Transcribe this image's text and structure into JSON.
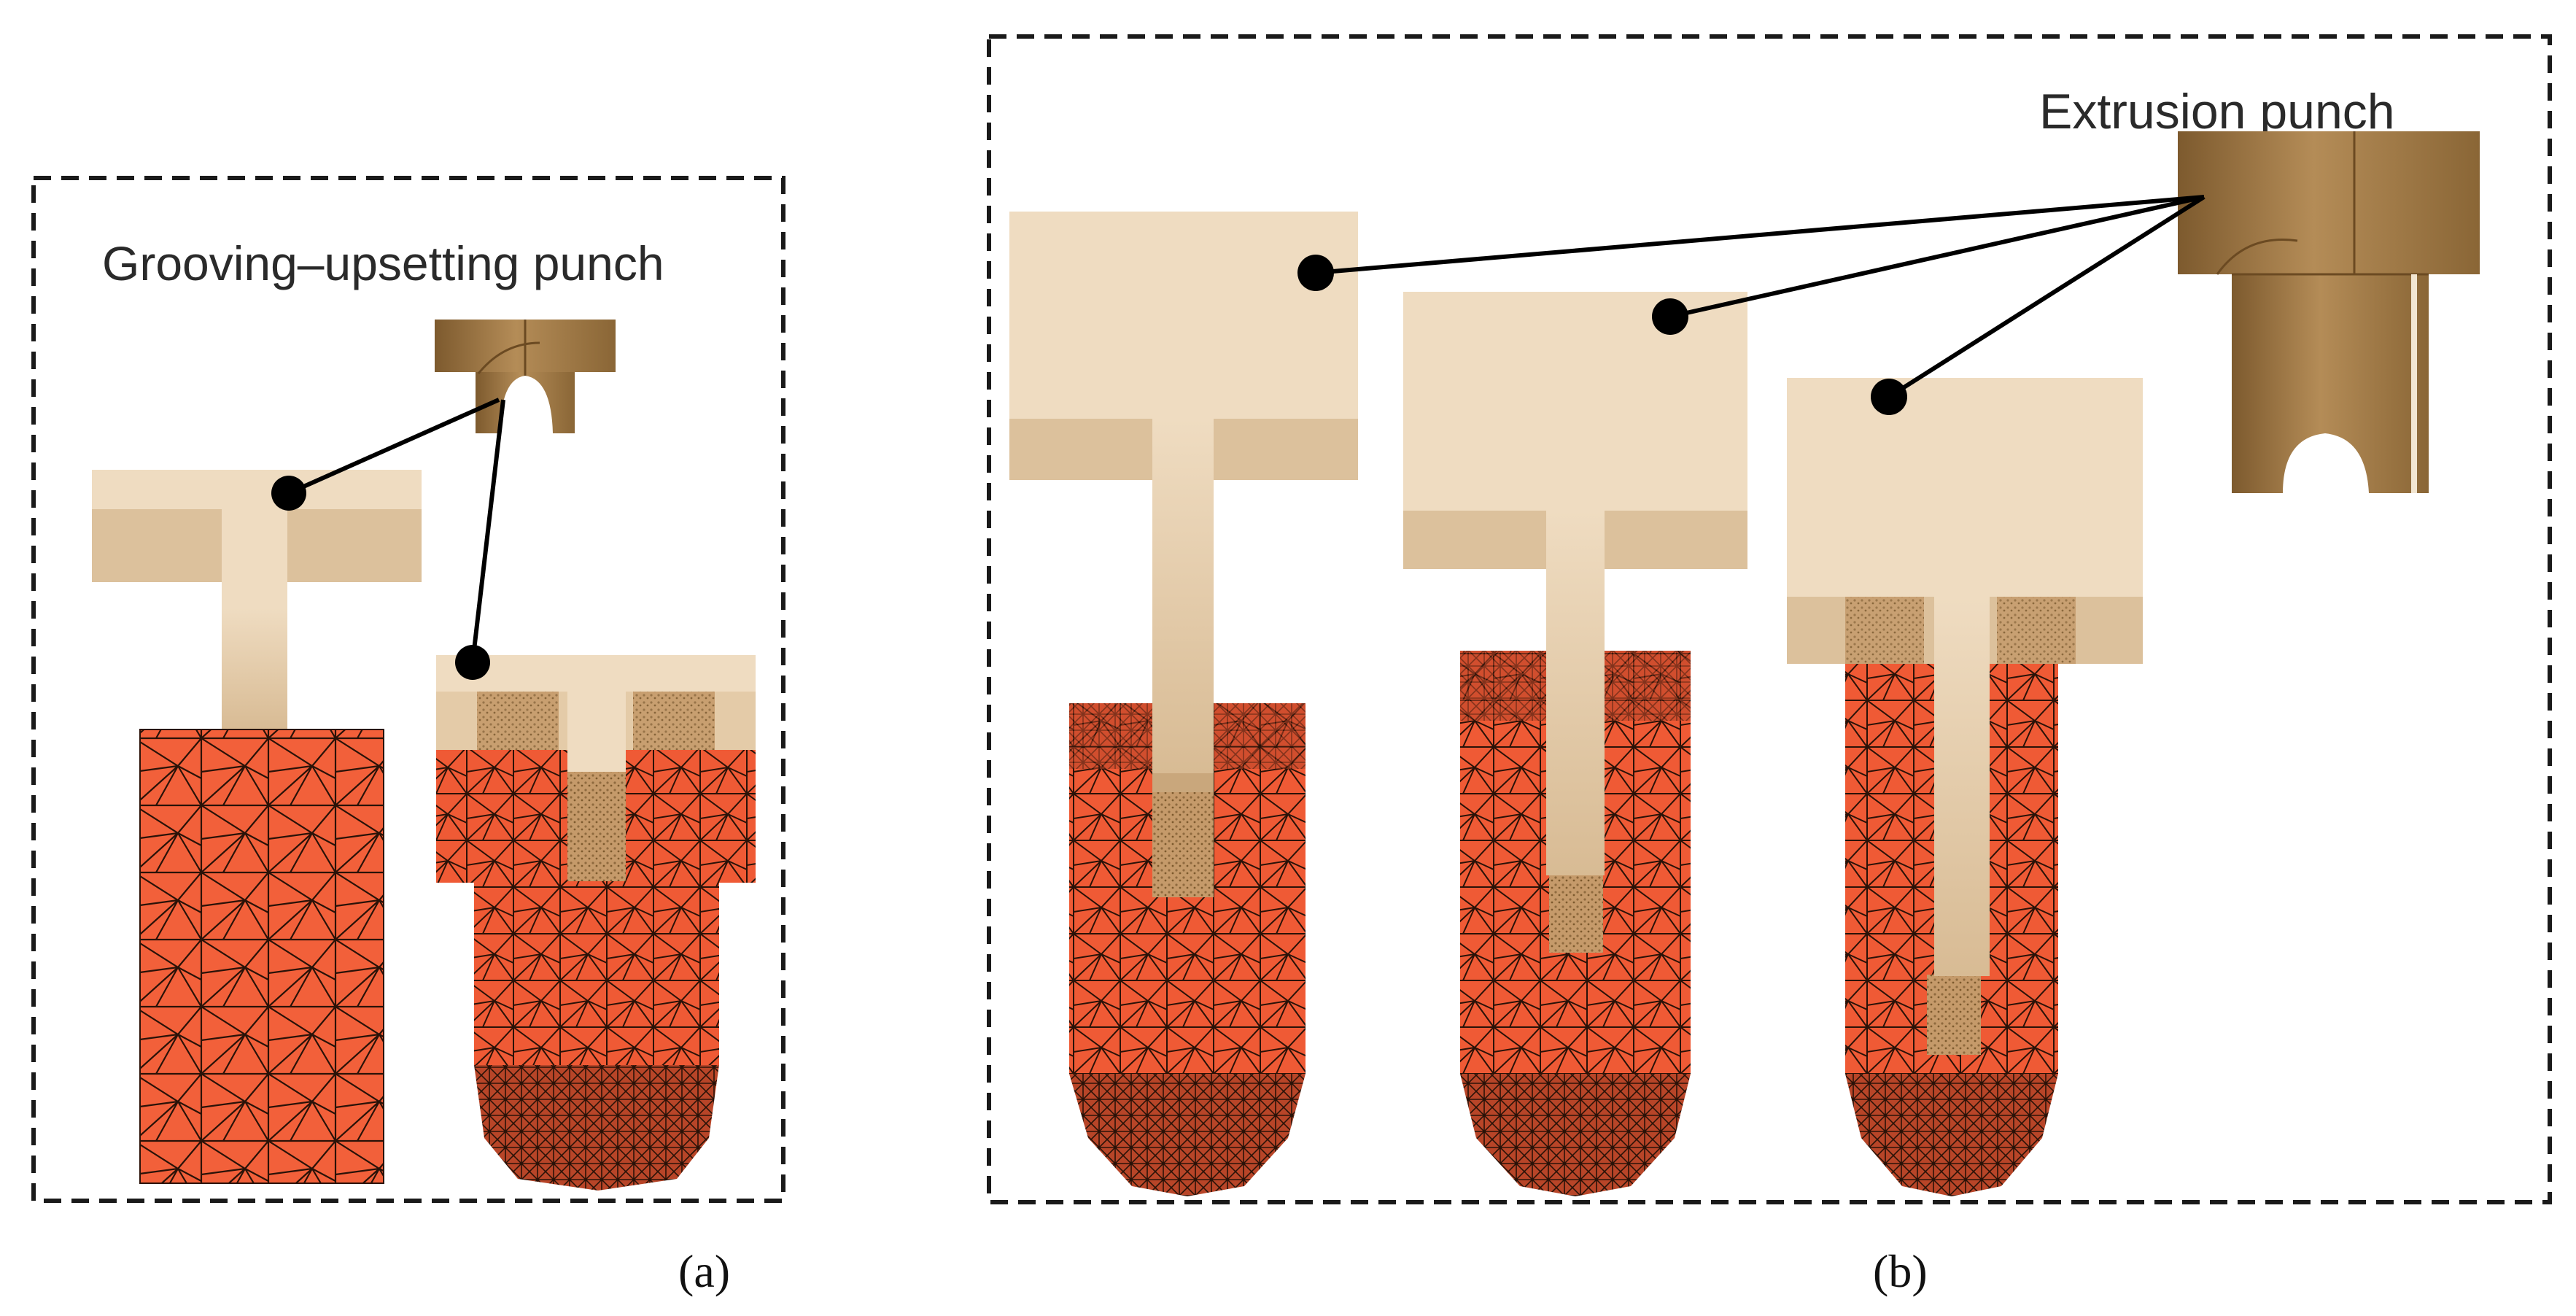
{
  "panel_a": {
    "title": "Grooving–upsetting punch",
    "caption": "(a)"
  },
  "panel_b": {
    "title": "Extrusion punch",
    "caption": "(b)"
  },
  "colors": {
    "frame": "#1a1a1a",
    "punch_light": "#efdcc1",
    "punch_shade": "#dcc19c",
    "punch_brown": "#a8804a",
    "punch_brown_dark": "#7d5a2e",
    "mesh_fill": "#f2603a",
    "mesh_lines": "#2a1208",
    "leader": "#000000"
  }
}
